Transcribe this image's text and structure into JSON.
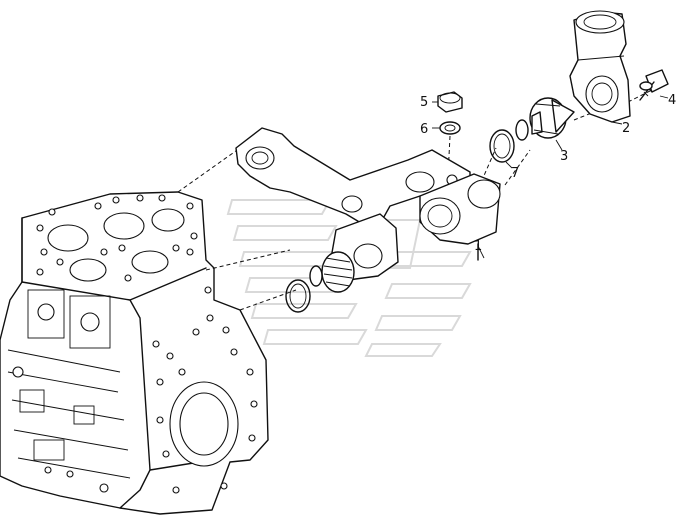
{
  "callouts": [
    {
      "id": "1",
      "text": "1"
    },
    {
      "id": "2",
      "text": "2"
    },
    {
      "id": "3",
      "text": "3"
    },
    {
      "id": "4",
      "text": "4"
    },
    {
      "id": "5",
      "text": "5"
    },
    {
      "id": "6",
      "text": "6"
    },
    {
      "id": "7",
      "text": "7"
    }
  ],
  "watermark": {
    "icon": "watermark-logo-icon",
    "color": "#d9d9d9"
  },
  "colors": {
    "line": "#111111",
    "background": "#ffffff"
  }
}
